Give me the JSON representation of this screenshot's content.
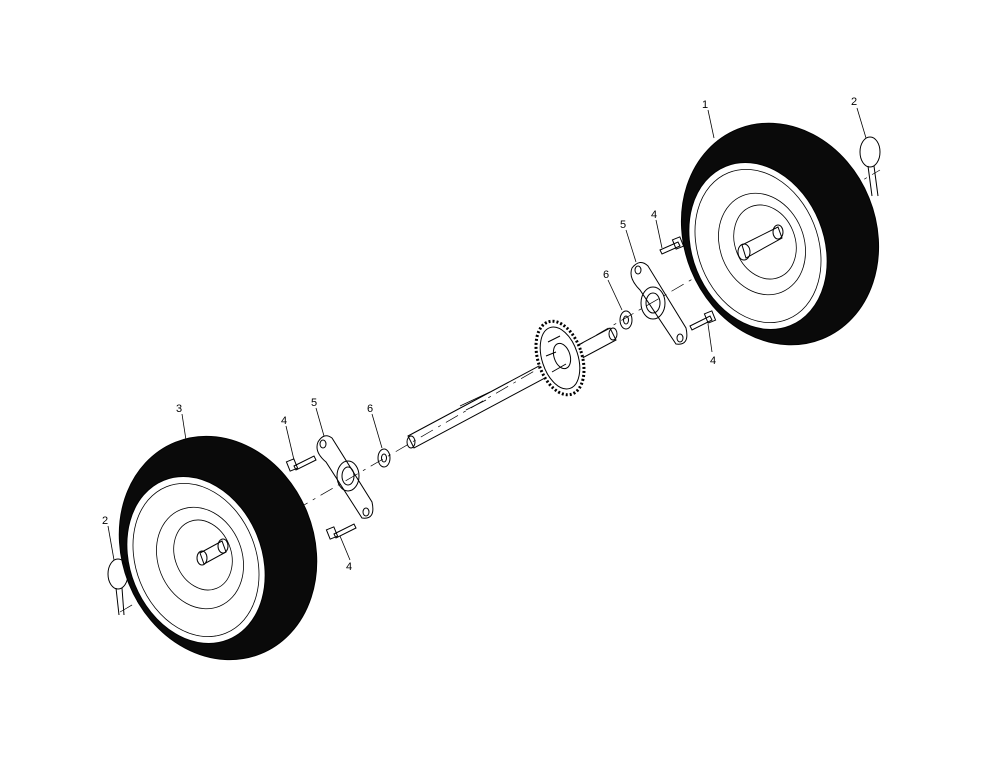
{
  "diagram": {
    "callouts": {
      "c1": "1",
      "c2_right": "2",
      "c2_left": "2",
      "c3": "3",
      "c4_right_top": "4",
      "c4_right_bottom": "4",
      "c4_left_top": "4",
      "c4_left_bottom": "4",
      "c5_right": "5",
      "c5_left": "5",
      "c6_right": "6",
      "c6_left": "6"
    },
    "parts": [
      {
        "callout": "1",
        "part": "right-wheel"
      },
      {
        "callout": "2",
        "part": "hitch-pin"
      },
      {
        "callout": "3",
        "part": "left-wheel"
      },
      {
        "callout": "4",
        "part": "bolt"
      },
      {
        "callout": "5",
        "part": "bearing-flange"
      },
      {
        "callout": "6",
        "part": "washer"
      }
    ],
    "colors": {
      "line": "#000000",
      "tire": "#0a0a0a",
      "background": "#ffffff"
    }
  }
}
